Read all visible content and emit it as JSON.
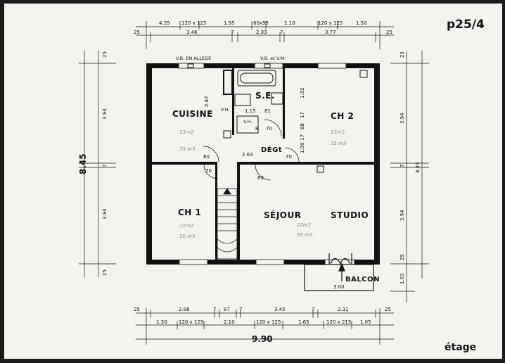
{
  "plan": {
    "ref": "p25/4",
    "level_label": "étage",
    "total_width": "9.90",
    "total_depth": "8.45"
  },
  "rooms": {
    "kitchen": "CUISINE",
    "bath": "S.E.",
    "bed2": "CH 2",
    "hall": "DÉGt",
    "bed1": "CH 1",
    "living": "SÉJOUR",
    "studio": "STUDIO",
    "balcony": "BALCON"
  },
  "annotations": {
    "vb_allege": "V.B. EN ALLÈGE",
    "vb_vm": "V.B. et V.M.",
    "vm": "V.H.",
    "wm": "V.H.",
    "b": "B"
  },
  "pencil_notes": {
    "kitchen": [
      "13m2",
      "35 m3"
    ],
    "bed2": [
      "13m2",
      "35 m3"
    ],
    "bed1": [
      "11m2",
      "30 m3"
    ],
    "living": [
      "22m2",
      "55 m3"
    ]
  },
  "dimensions": {
    "top_row1": [
      "4.35",
      "120 x 125",
      "1.95",
      "60x95",
      "2.10",
      "120 x 125",
      "1.50"
    ],
    "top_row2": [
      "25",
      "3.46",
      "7",
      "2.03",
      "7",
      "3.77",
      "25"
    ],
    "bottom_row1": [
      "25",
      "2.86",
      "7",
      "87",
      "7",
      "3.45",
      "7",
      "2.31",
      "25"
    ],
    "bottom_row2": [
      "1.30",
      "120 x 125",
      "2.10",
      "120 x 125",
      "1.65",
      "120 x 215",
      "1.05"
    ],
    "left_outer": [
      "25",
      "3.94",
      "7",
      "3.94",
      "25"
    ],
    "right_outer": [
      "25",
      "3.94",
      "7",
      "3.94",
      "25",
      "1.03"
    ],
    "interior": [
      "2.87",
      "1.15",
      "81",
      "1.92",
      "17",
      "88",
      "17",
      "1.00",
      "2.63",
      "80",
      "70",
      "70",
      "80",
      "70",
      "3.00"
    ]
  }
}
